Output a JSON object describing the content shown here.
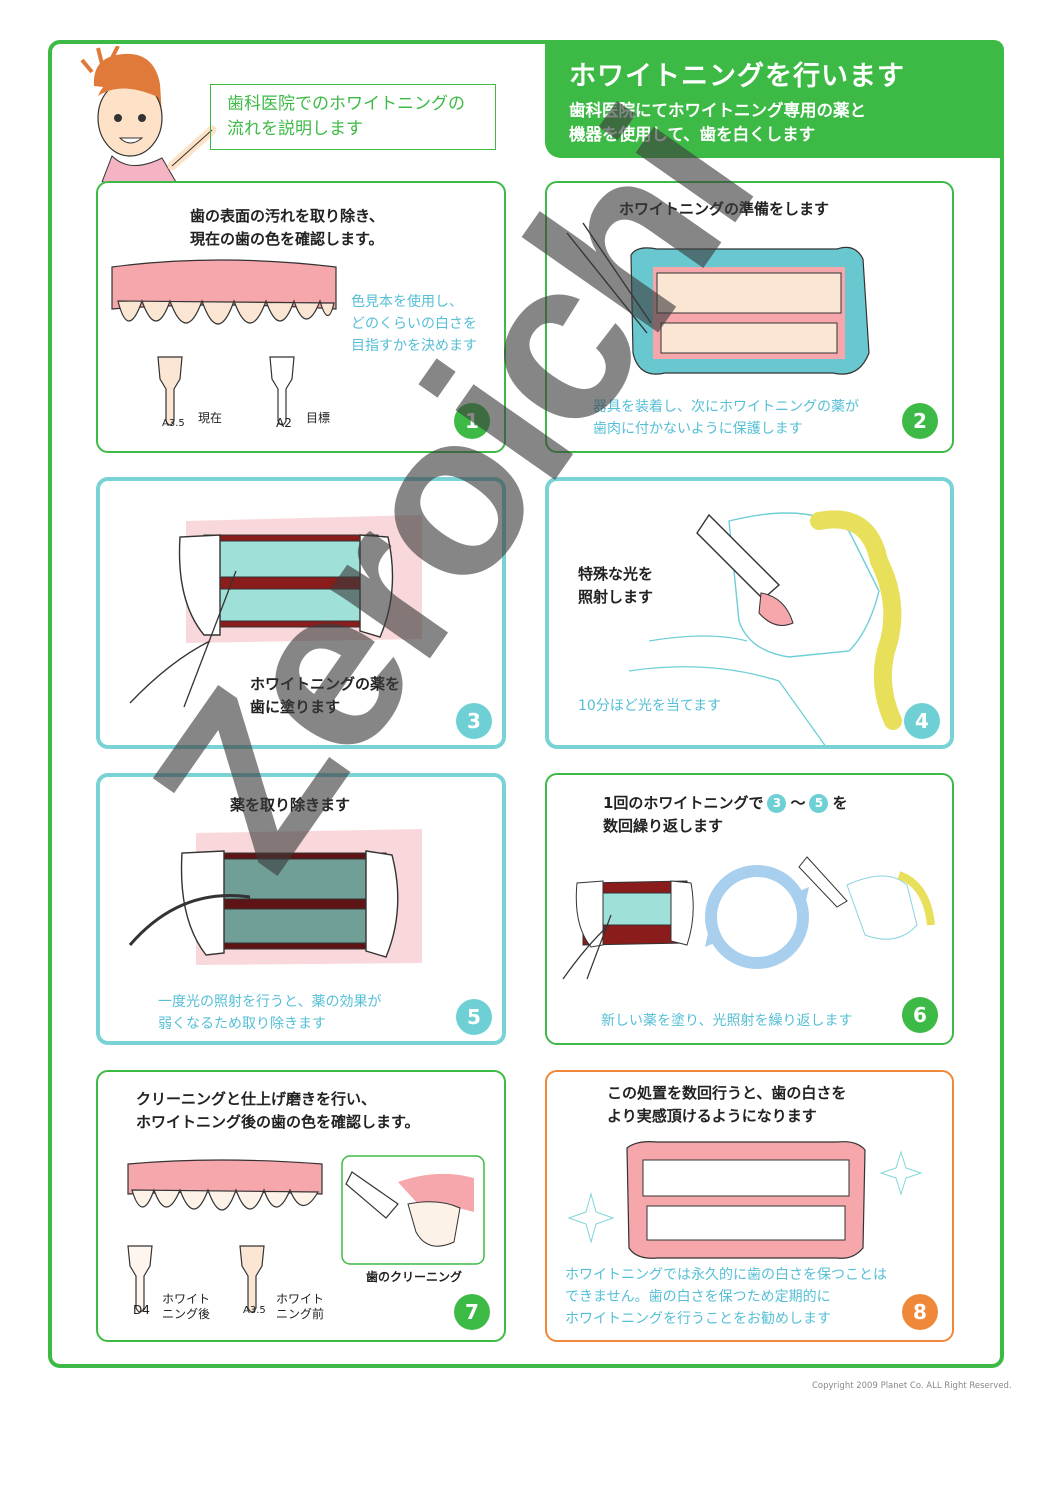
{
  "header": {
    "title": "ホワイトニングを行います",
    "subtitle_line1": "歯科医院にてホワイトニング専用の薬と",
    "subtitle_line2": "機器を使用して、歯を白くします",
    "bubble_line1": "歯科医院でのホワイトニングの",
    "bubble_line2": "流れを説明します"
  },
  "steps": {
    "s1": {
      "number": "1",
      "caption_line1": "歯の表面の汚れを取り除き、",
      "caption_line2": "現在の歯の色を確認します。",
      "note_line1": "色見本を使用し、",
      "note_line2": "どのくらいの白さを",
      "note_line3": "目指すかを決めます",
      "shade_current": "A3.5",
      "shade_current_label": "現在",
      "shade_target": "A2",
      "shade_target_label": "目標"
    },
    "s2": {
      "number": "2",
      "caption": "ホワイトニングの準備をします",
      "note_line1": "器具を装着し、次にホワイトニングの薬が",
      "note_line2": "歯肉に付かないように保護します"
    },
    "s3": {
      "number": "3",
      "caption_line1": "ホワイトニングの薬を",
      "caption_line2": "歯に塗ります"
    },
    "s4": {
      "number": "4",
      "caption_line1": "特殊な光を",
      "caption_line2": "照射します",
      "note": "10分ほど光を当てます"
    },
    "s5": {
      "number": "5",
      "caption": "薬を取り除きます",
      "note_line1": "一度光の照射を行うと、薬の効果が",
      "note_line2": "弱くなるため取り除きます"
    },
    "s6": {
      "number": "6",
      "caption_pre": "1回のホワイトニングで",
      "chip_a": "3",
      "tilde": "〜",
      "chip_b": "5",
      "caption_post": "を",
      "caption_line2": "数回繰り返します",
      "note": "新しい薬を塗り、光照射を繰り返します"
    },
    "s7": {
      "number": "7",
      "caption_line1": "クリーニングと仕上げ磨きを行い、",
      "caption_line2": "ホワイトニング後の歯の色を確認します。",
      "shade_after": "D4",
      "shade_after_label1": "ホワイト",
      "shade_after_label2": "ニング後",
      "shade_before": "A3.5",
      "shade_before_label1": "ホワイト",
      "shade_before_label2": "ニング前",
      "inset_label": "歯のクリーニング"
    },
    "s8": {
      "number": "8",
      "caption_line1": "この処置を数回行うと、歯の白さを",
      "caption_line2": "より実感頂けるようになります",
      "note_line1": "ホワイトニングでは永久的に歯の白さを保つことは",
      "note_line2": "できません。歯の白さを保つため定期的に",
      "note_line3": "ホワイトニングを行うことをお勧めします"
    }
  },
  "watermark": "Zeroichi",
  "copyright": "Copyright 2009 Planet Co. ALL Right Reserved.",
  "colors": {
    "green": "#3dba45",
    "teal": "#79d3d6",
    "orange": "#f0883a",
    "gum": "#f5a7ab",
    "tooth": "#fbe5d3"
  }
}
